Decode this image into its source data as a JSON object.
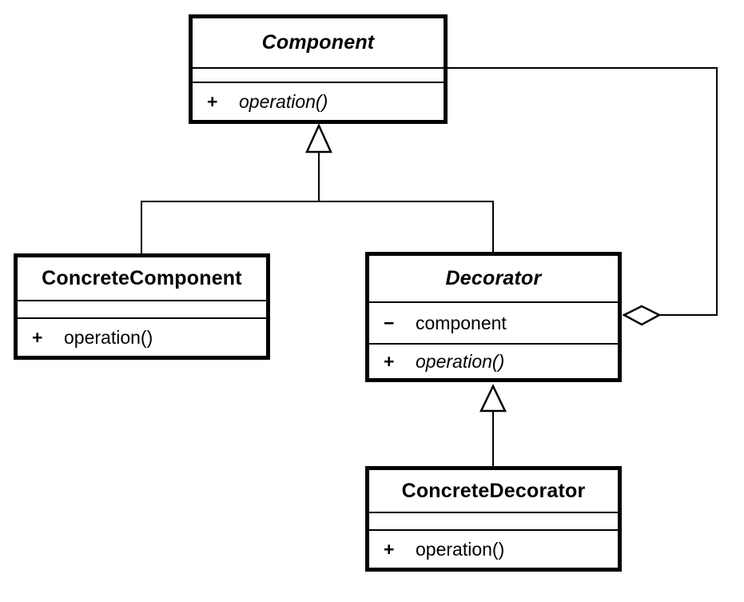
{
  "diagram": {
    "name": "Decorator design pattern UML class diagram",
    "background_color": "#ffffff",
    "stroke_color": "#000000"
  },
  "classes": {
    "component": {
      "name": "Component",
      "abstract": true,
      "attributes": [],
      "operations": [
        {
          "visibility": "+",
          "name": "operation()",
          "abstract": true
        }
      ]
    },
    "concrete_component": {
      "name": "ConcreteComponent",
      "abstract": false,
      "attributes": [],
      "operations": [
        {
          "visibility": "+",
          "name": "operation()",
          "abstract": false
        }
      ]
    },
    "decorator": {
      "name": "Decorator",
      "abstract": true,
      "attributes": [
        {
          "visibility": "−",
          "name": "component"
        }
      ],
      "operations": [
        {
          "visibility": "+",
          "name": "operation()",
          "abstract": true
        }
      ]
    },
    "concrete_decorator": {
      "name": "ConcreteDecorator",
      "abstract": false,
      "attributes": [],
      "operations": [
        {
          "visibility": "+",
          "name": "operation()",
          "abstract": false
        }
      ]
    }
  },
  "relationships": [
    {
      "type": "generalization",
      "from": "ConcreteComponent",
      "to": "Component"
    },
    {
      "type": "generalization",
      "from": "Decorator",
      "to": "Component"
    },
    {
      "type": "generalization",
      "from": "ConcreteDecorator",
      "to": "Decorator"
    },
    {
      "type": "aggregation",
      "owner": "Decorator",
      "part": "Component"
    }
  ]
}
